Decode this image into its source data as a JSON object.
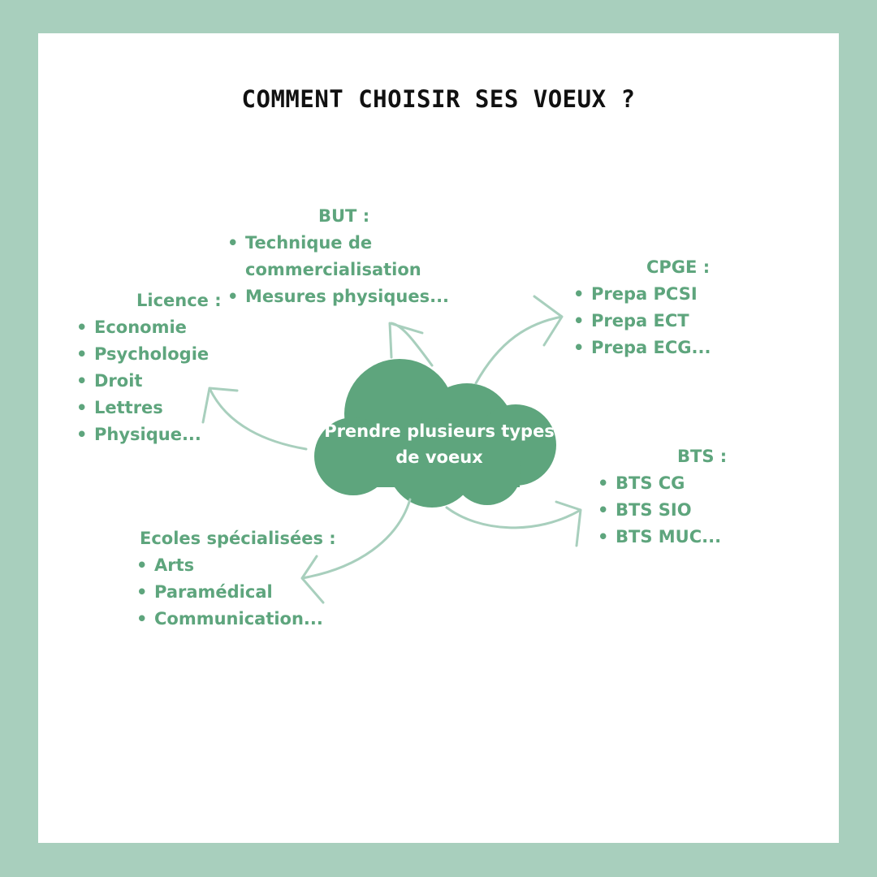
{
  "colors": {
    "frame": "#a8cfbd",
    "accent": "#5ea57d",
    "cloud": "#5ea57d",
    "arrow": "#a8cfbd"
  },
  "title": "COMMENT CHOISIR SES VOEUX ?",
  "center": {
    "line1": "Prendre plusieurs types",
    "line2": "de voeux"
  },
  "groups": {
    "but": {
      "heading": "BUT :",
      "items": [
        "Technique de",
        "commercialisation",
        "Mesures physiques..."
      ]
    },
    "licence": {
      "heading": "Licence :",
      "items": [
        "Economie",
        "Psychologie",
        "Droit",
        "Lettres",
        "Physique..."
      ]
    },
    "cpge": {
      "heading": "CPGE :",
      "items": [
        "Prepa PCSI",
        "Prepa ECT",
        "Prepa ECG..."
      ]
    },
    "bts": {
      "heading": "BTS :",
      "items": [
        "BTS CG",
        "BTS SIO",
        "BTS MUC..."
      ]
    },
    "ecoles": {
      "heading": "Ecoles spécialisées :",
      "items": [
        "Arts",
        "Paramédical",
        "Communication..."
      ]
    }
  }
}
